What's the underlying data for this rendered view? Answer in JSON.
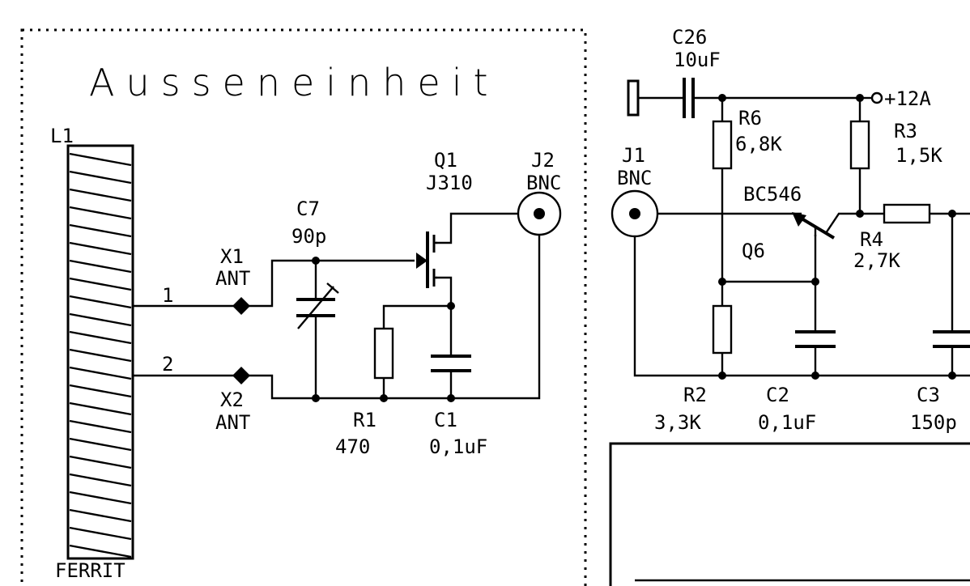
{
  "outdoor_unit": {
    "title": "Ausseneinheit",
    "l1": "L1",
    "ferrite": "FERRIT",
    "pin1": "1",
    "pin2": "2",
    "x1": {
      "name": "X1",
      "type": "ANT"
    },
    "x2": {
      "name": "X2",
      "type": "ANT"
    },
    "c7": {
      "name": "C7",
      "value": "90p"
    },
    "q1": {
      "name": "Q1",
      "type": "J310"
    },
    "j2": {
      "name": "J2",
      "type": "BNC"
    },
    "r1": {
      "name": "R1",
      "value": "470"
    },
    "c1": {
      "name": "C1",
      "value": "0,1uF"
    }
  },
  "indoor_unit": {
    "c26": {
      "name": "C26",
      "value": "10uF"
    },
    "supply": "+12A",
    "r6": {
      "name": "R6",
      "value": "6,8K"
    },
    "r3": {
      "name": "R3",
      "value": "1,5K"
    },
    "j1": {
      "name": "J1",
      "type": "BNC"
    },
    "q6": {
      "name": "Q6",
      "type": "BC546"
    },
    "r4": {
      "name": "R4",
      "value": "2,7K"
    },
    "r2": {
      "name": "R2",
      "value": "3,3K"
    },
    "c2": {
      "name": "C2",
      "value": "0,1uF"
    },
    "c3": {
      "name": "C3",
      "value": "150p"
    }
  }
}
